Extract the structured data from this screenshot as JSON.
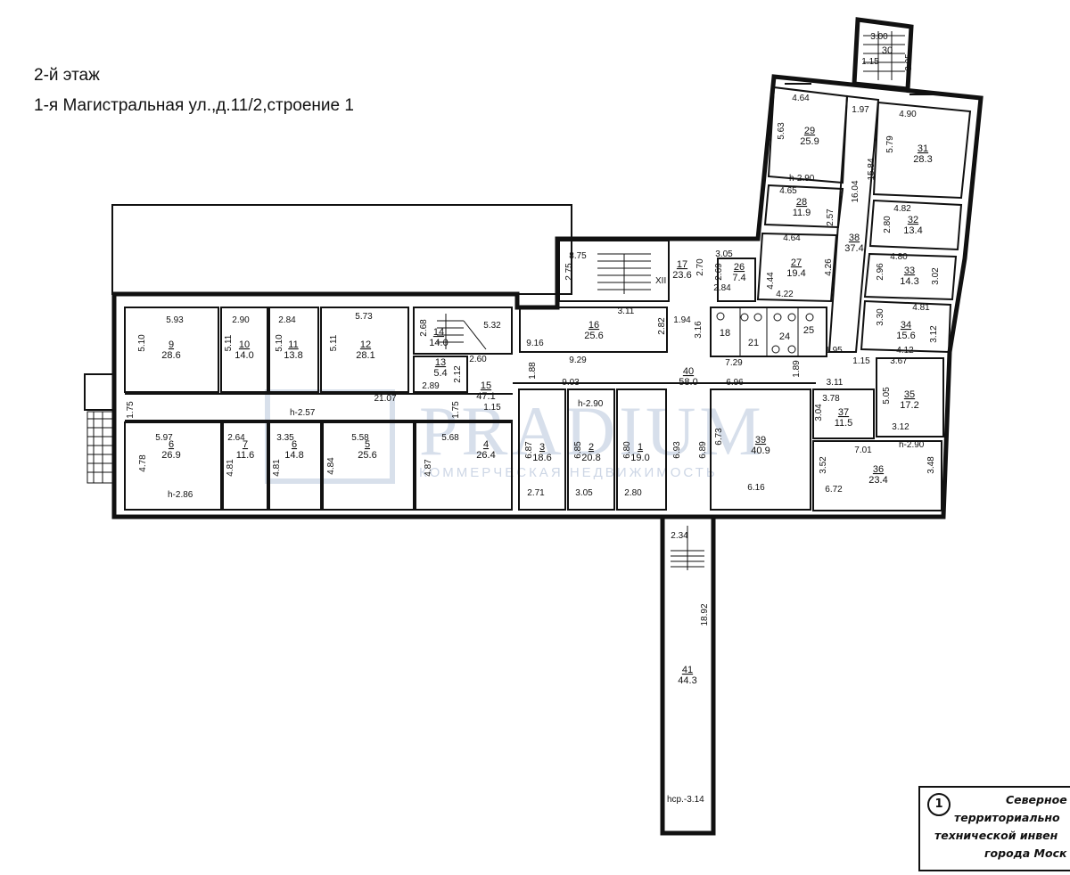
{
  "header": {
    "floor": "2-й этаж",
    "address": "1-я Магистральная ул.,д.11/2,строение 1"
  },
  "watermark": {
    "brand": "PRADIUM",
    "tagline": "КОММЕРЧЕСКАЯ НЕДВИЖИМОСТЬ"
  },
  "stamp": {
    "badge": "1",
    "lines": [
      "Северное",
      "территориально",
      "технической инвен",
      "города Моск"
    ]
  },
  "rooms": [
    {
      "num": "1",
      "area": "19.0"
    },
    {
      "num": "2",
      "area": "20.8"
    },
    {
      "num": "3",
      "area": "18.6"
    },
    {
      "num": "4",
      "area": "26.4"
    },
    {
      "num": "5",
      "area": "25.6"
    },
    {
      "num": "6",
      "area": "14.8"
    },
    {
      "num": "7",
      "area": "11.6"
    },
    {
      "num": "6",
      "area": "26.9"
    },
    {
      "num": "9",
      "area": "28.6"
    },
    {
      "num": "10",
      "area": "14.0"
    },
    {
      "num": "11",
      "area": "13.8"
    },
    {
      "num": "12",
      "area": "28.1"
    },
    {
      "num": "13",
      "area": "5.4"
    },
    {
      "num": "14",
      "area": "14.0"
    },
    {
      "num": "15",
      "area": "47.1"
    },
    {
      "num": "16",
      "area": "25.6"
    },
    {
      "num": "17",
      "area": "23.6"
    },
    {
      "num": "18",
      "area": ""
    },
    {
      "num": "21",
      "area": ""
    },
    {
      "num": "24",
      "area": ""
    },
    {
      "num": "25",
      "area": ""
    },
    {
      "num": "26",
      "area": "7.4"
    },
    {
      "num": "27",
      "area": "19.4"
    },
    {
      "num": "28",
      "area": "11.9"
    },
    {
      "num": "29",
      "area": "25.9"
    },
    {
      "num": "31",
      "area": "28.3"
    },
    {
      "num": "32",
      "area": "13.4"
    },
    {
      "num": "33",
      "area": "14.3"
    },
    {
      "num": "34",
      "area": "15.6"
    },
    {
      "num": "35",
      "area": "17.2"
    },
    {
      "num": "36",
      "area": "23.4"
    },
    {
      "num": "37",
      "area": "11.5"
    },
    {
      "num": "38",
      "area": "37.4"
    },
    {
      "num": "39",
      "area": "40.9"
    },
    {
      "num": "40",
      "area": "58.0"
    },
    {
      "num": "41",
      "area": "44.3"
    },
    {
      "num": "30",
      "area": ""
    }
  ],
  "dimensions": [
    "5.93",
    "5.10",
    "2.90",
    "5.11",
    "2.84",
    "5.10",
    "5.73",
    "5.11",
    "2.68",
    "5.32",
    "3.11",
    "2.82",
    "9.16",
    "1.94",
    "3.16",
    "2.60",
    "2.12",
    "2.89",
    "1.88",
    "9.29",
    "21.07",
    "1.75",
    "1.75",
    "1.15",
    "5.97",
    "4.78",
    "2.64",
    "4.81",
    "3.35",
    "4.81",
    "5.58",
    "4.84",
    "5.68",
    "4.87",
    "9.03",
    "6.87",
    "6.85",
    "6.80",
    "6.93",
    "6.89",
    "6.73",
    "2.71",
    "3.05",
    "2.80",
    "6.96",
    "6.16",
    "7.29",
    "1.89",
    "3.11",
    "1.15",
    "3.67",
    "3.78",
    "3.04",
    "5.05",
    "3.12",
    "7.01",
    "3.52",
    "3.48",
    "6.72",
    "2.34",
    "18.92",
    "8.75",
    "2.75",
    "2.70",
    "3.05",
    "2.69",
    "2.84",
    "4.44",
    "4.22",
    "4.64",
    "4.26",
    "4.65",
    "2.57",
    "4.64",
    "5.63",
    "1.97",
    "16.04",
    "15.84",
    "4.90",
    "5.79",
    "4.82",
    "2.80",
    "4.80",
    "2.96",
    "3.02",
    "3.30",
    "4.81",
    "3.12",
    "4.12",
    "1.95",
    "3.00",
    "3.95",
    "1.15"
  ],
  "heights": [
    "h-2.57",
    "h-2.86",
    "h-2.90",
    "h-2.90",
    "h-2.90",
    "hcp.-3.14"
  ],
  "marks": [
    "XII"
  ]
}
